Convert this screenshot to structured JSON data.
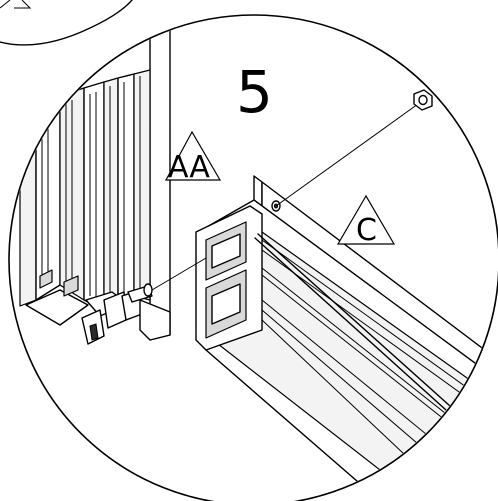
{
  "step_number": "5",
  "labels": {
    "aa": "AA",
    "c": "C"
  }
}
